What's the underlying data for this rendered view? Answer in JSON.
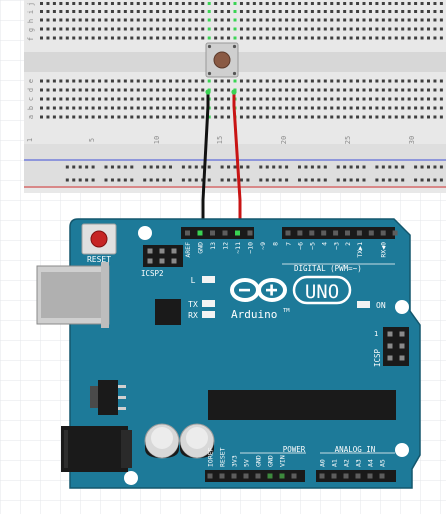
{
  "breadboard": {
    "row_letters_top": [
      "j",
      "i",
      "h",
      "g",
      "f"
    ],
    "row_letters_bottom": [
      "e",
      "d",
      "c",
      "b",
      "a"
    ],
    "column_numbers": [
      "1",
      "5",
      "10",
      "15",
      "20",
      "25",
      "30"
    ],
    "button_color": "#8a5a44",
    "highlight_color": "#39d353"
  },
  "wires": {
    "black_color": "#111111",
    "red_color": "#c81414"
  },
  "arduino": {
    "board_color": "#1d7a99",
    "reset_label": "RESET",
    "icsp2_label": "ICSP2",
    "icsp_label": "ICSP",
    "digital_label": "DIGITAL (PWM=~)",
    "power_label": "POWER",
    "analog_label": "ANALOG IN",
    "on_label": "ON",
    "l_label": "L",
    "tx_label": "TX",
    "rx_label": "RX",
    "logo_text": "Arduino",
    "model_text": "UNO",
    "top_header_pins": [
      "AREF",
      "GND",
      "13",
      "12",
      "~11",
      "~10",
      "~9",
      "8",
      "7",
      "~6",
      "~5",
      "4",
      "~3",
      "2",
      "TX▶1",
      "RX◀0"
    ],
    "power_pins": [
      "IOREF",
      "RESET",
      "3V3",
      "5V",
      "GND",
      "GND",
      "VIN"
    ],
    "analog_pins": [
      "A0",
      "A1",
      "A2",
      "A3",
      "A4",
      "A5"
    ]
  }
}
